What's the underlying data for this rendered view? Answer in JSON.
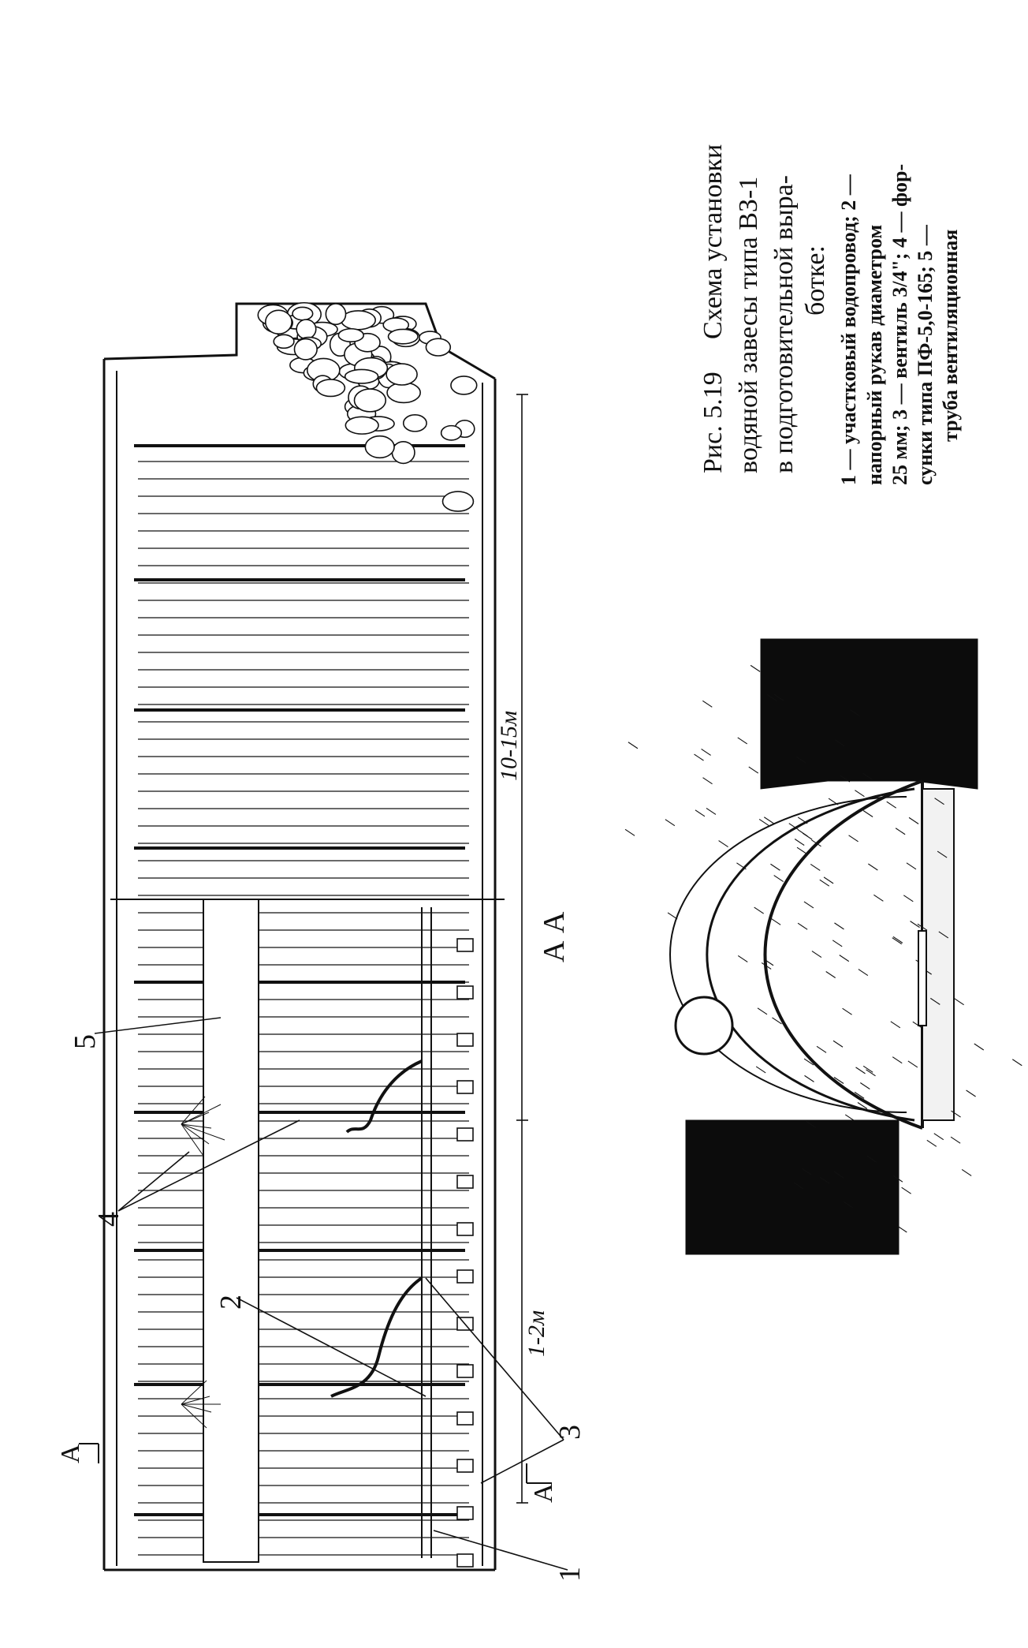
{
  "figure": {
    "caption_title": "Рис. 5.19",
    "caption_lines": [
      "Схема установки",
      "водяной завесы типа ВЗ-1",
      "в подготовительной выра-",
      "ботке:"
    ],
    "legend_lines": [
      "1 — участковый водопровод; 2 —",
      "напорный рукав диаметром",
      "25 мм; 3 — вентиль 3/4\"; 4 — фор-",
      "сунки типа ПФ-5,0-165; 5 —",
      "труба вентиляционная"
    ]
  },
  "labels": {
    "n1": "1",
    "n2": "2",
    "n3": "3",
    "n4": "4",
    "n5": "5",
    "section_a_top": "А",
    "section_a_bottom": "А",
    "section_aa": "А А",
    "dim_1_2": "1-2м",
    "dim_10_15": "10-15м"
  },
  "colors": {
    "ink": "#111111",
    "rock": "#0c0c0c",
    "paper": "#ffffff"
  }
}
